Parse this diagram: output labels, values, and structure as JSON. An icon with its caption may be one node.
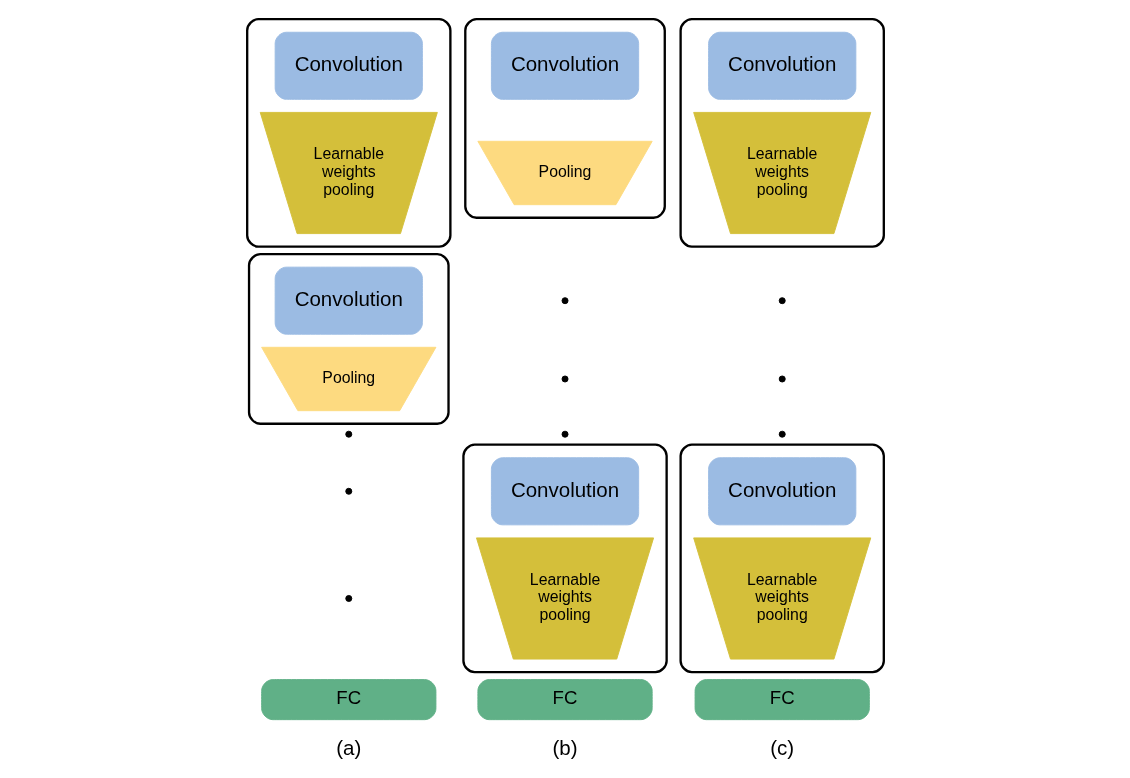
{
  "diagram": {
    "nodes": [
      {
        "text": [],
        "shape": "box"
      },
      {
        "text": [
          "Convolution"
        ],
        "in": 0
      },
      {
        "text": [
          "Learnable weights pooling"
        ],
        "in": 0
      },
      {
        "text": [],
        "shape": "box"
      },
      {
        "text": [
          "Convolution"
        ],
        "in": 3
      },
      {
        "text": [
          "Pooling"
        ],
        "in": 3
      },
      {
        "text": [],
        "shape": "dots"
      },
      {
        "text": [
          "FC"
        ]
      },
      {
        "text": [],
        "shape": "box"
      },
      {
        "text": [
          "Convolution"
        ],
        "in": 8
      },
      {
        "text": [
          "Pooling"
        ],
        "in": 8
      },
      {
        "text": [],
        "shape": "dots"
      },
      {
        "text": [],
        "shape": "box"
      },
      {
        "text": [
          "Convolution"
        ],
        "in": 12
      },
      {
        "text": [
          "Learnable weights pooling"
        ],
        "in": 12
      },
      {
        "text": [
          "FC"
        ]
      },
      {
        "text": [],
        "shape": "box"
      },
      {
        "text": [
          "Convolution"
        ],
        "in": 16
      },
      {
        "text": [
          "Learnable weights pooling"
        ],
        "in": 16
      },
      {
        "text": [],
        "shape": "dots"
      },
      {
        "text": [],
        "shape": "box"
      },
      {
        "text": [
          "Convolution"
        ],
        "in": 20
      },
      {
        "text": [
          "Learnable weights pooling"
        ],
        "in": 20
      },
      {
        "text": [
          "FC"
        ]
      }
    ],
    "edges": [],
    "labels": [
      "(a)",
      "(b)",
      "(c)"
    ]
  }
}
